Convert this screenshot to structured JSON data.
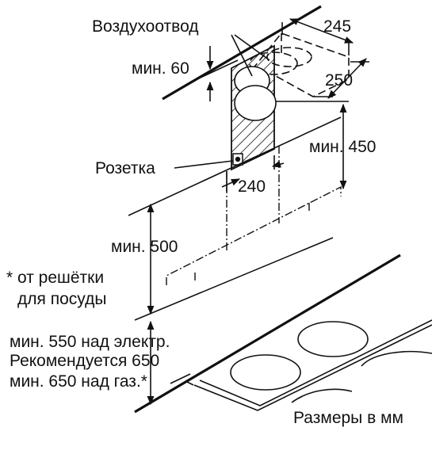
{
  "labels": {
    "air_outlet": "Воздухоотвод",
    "dim_245": "245",
    "dim_250": "250",
    "min_60": "мин. 60",
    "min_450": "мин. 450",
    "socket": "Розетка",
    "dim_240": "240",
    "min_500": "мин. 500",
    "grille_note_line1": "* от решётки",
    "grille_note_line2": "для посуды",
    "electric_min": "мин. 550 над электр.",
    "recommended": "Рекомендуется 650",
    "gas_min": "мин. 650 над газ.*",
    "units": "Размеры в мм"
  }
}
